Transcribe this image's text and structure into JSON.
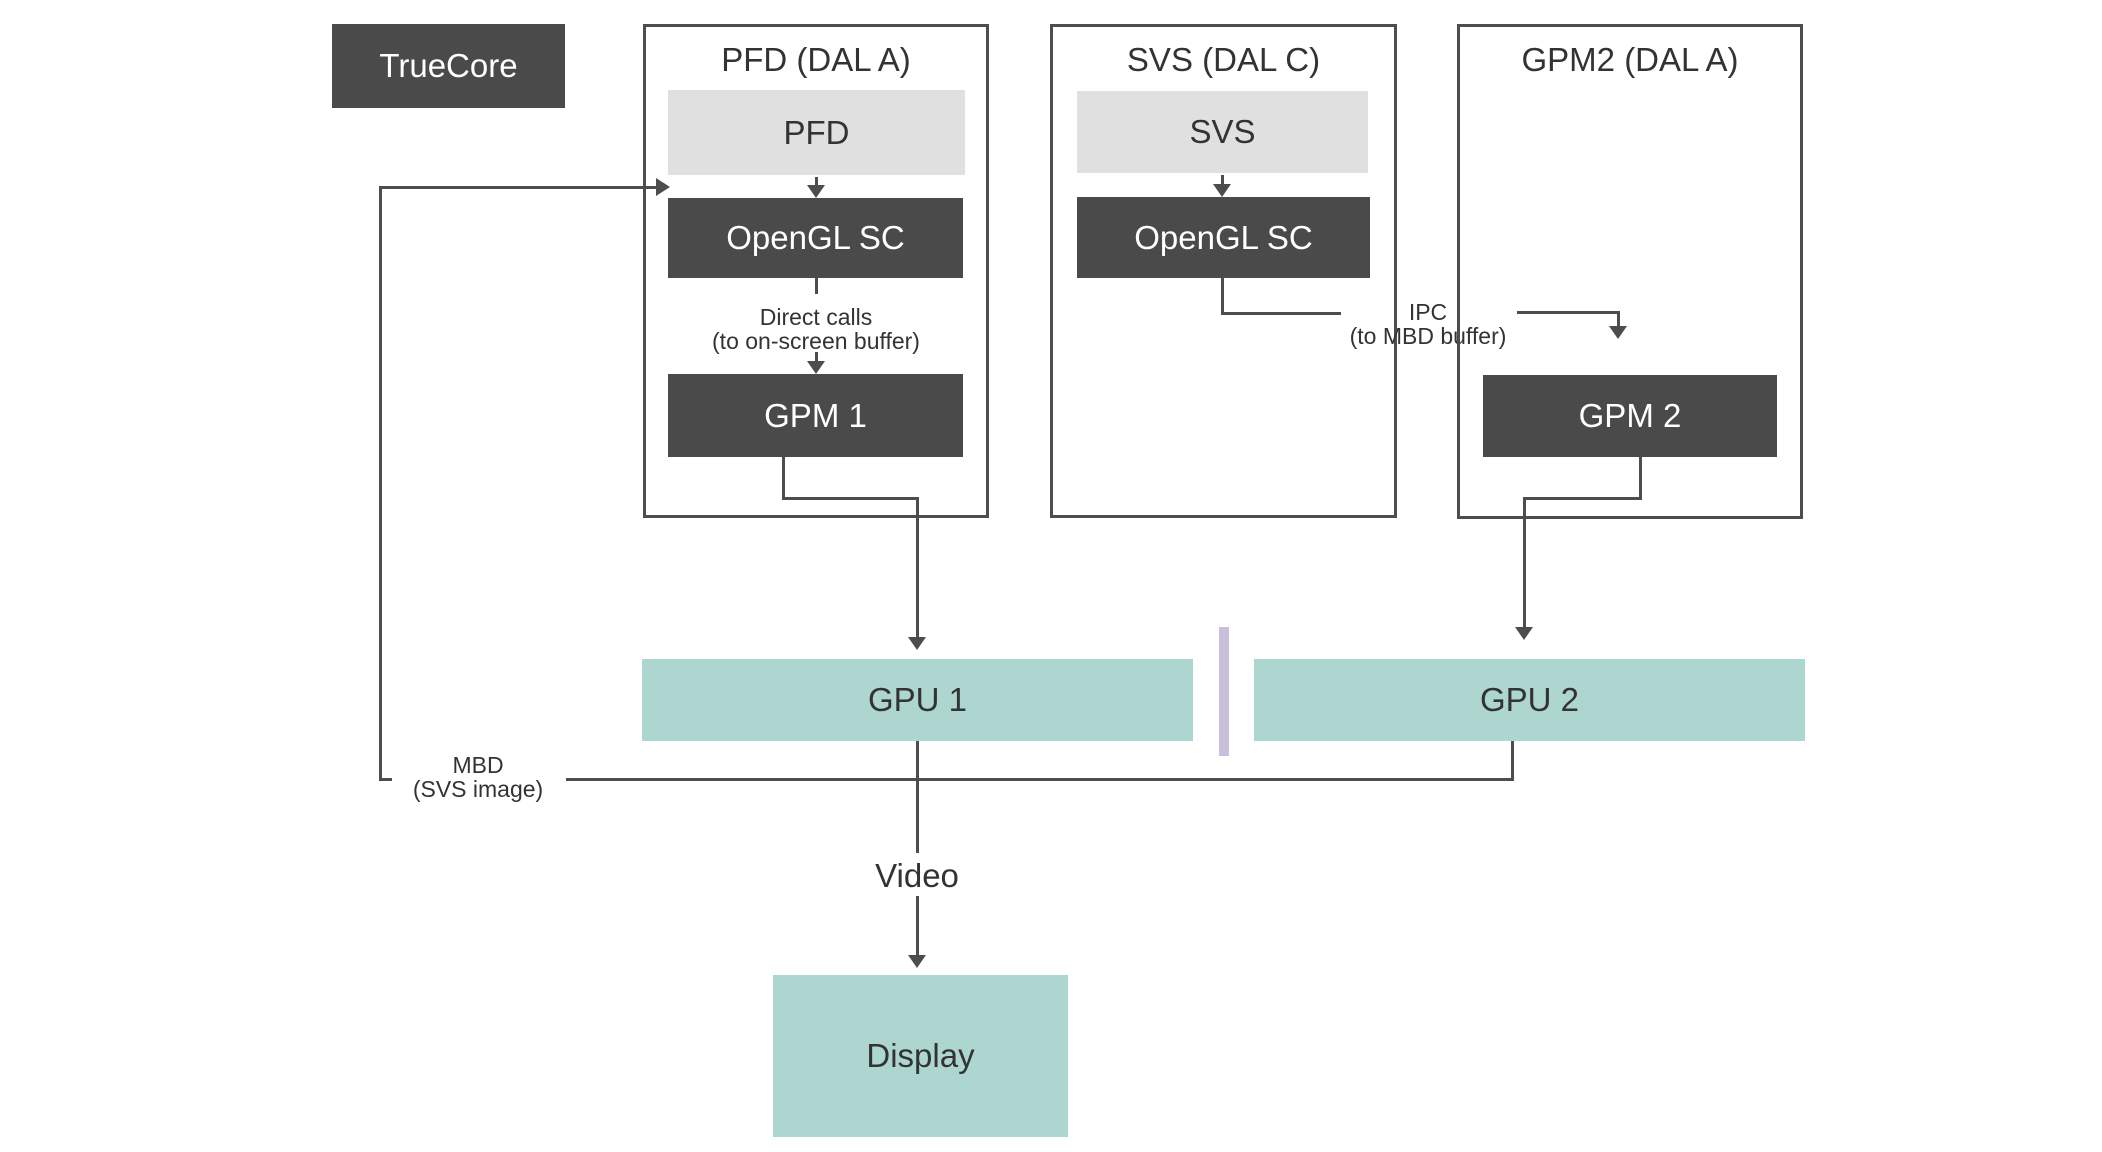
{
  "colors": {
    "line": "#4d4d4d",
    "dark-box": "#4a4a4a",
    "light-box": "#e0e0e0",
    "teal": "#add6d1",
    "purple": "#c8c0dd",
    "text-dark": "#333333",
    "text-light": "#ffffff",
    "background": "#ffffff"
  },
  "truecore": {
    "label": "TrueCore"
  },
  "pfd_partition": {
    "title": "PFD (DAL A)",
    "app": "PFD",
    "opengl": "OpenGL SC",
    "gpm": "GPM 1",
    "direct_calls_line1": "Direct calls",
    "direct_calls_line2": "(to on-screen buffer)"
  },
  "svs_partition": {
    "title": "SVS (DAL C)",
    "app": "SVS",
    "opengl": "OpenGL SC"
  },
  "gpm2_partition": {
    "title": "GPM2 (DAL A)",
    "gpm": "GPM 2"
  },
  "ipc_label": {
    "line1": "IPC",
    "line2": "(to MBD buffer)"
  },
  "mbd_label": {
    "line1": "MBD",
    "line2": "(SVS image)"
  },
  "video_label": "Video",
  "hardware": {
    "gpu1": "GPU 1",
    "gpu2": "GPU 2",
    "display": "Display"
  }
}
